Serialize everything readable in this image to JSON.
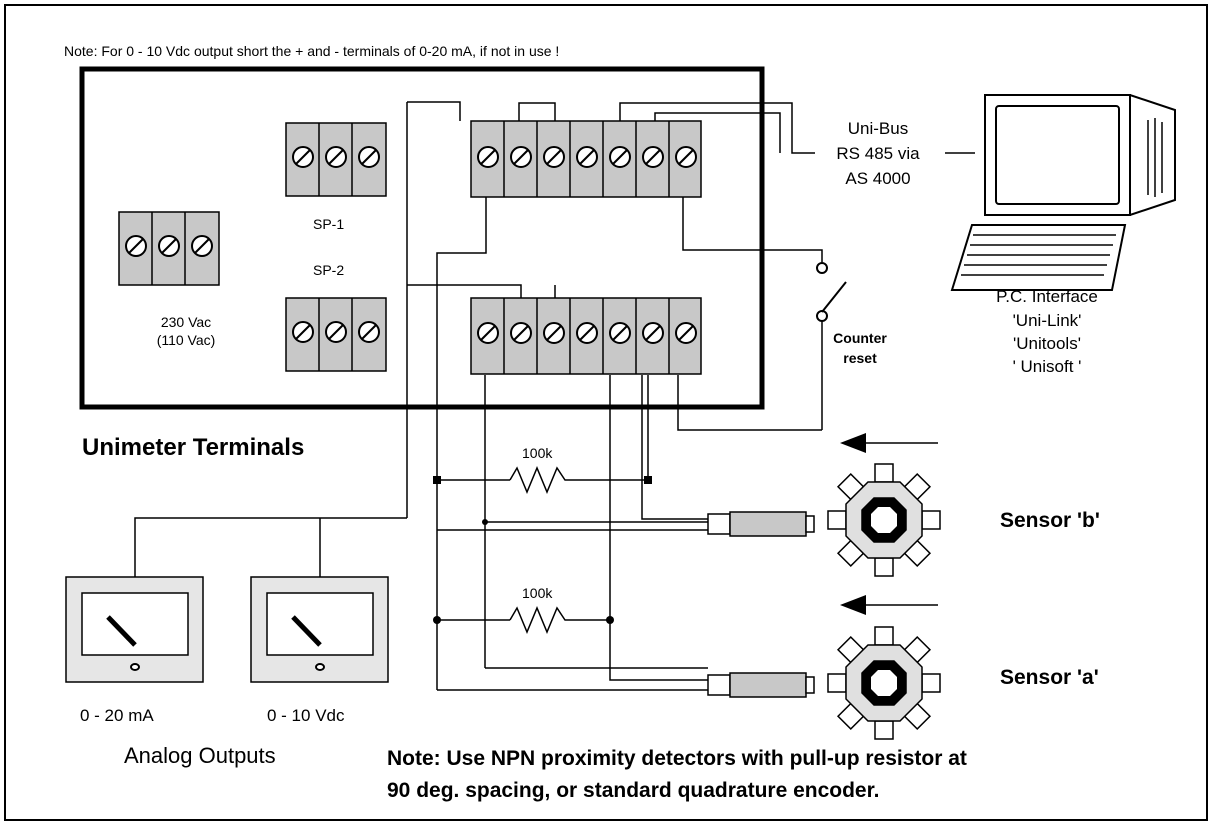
{
  "top_note": "Note:  For 0 - 10 Vdc output short the + and - terminals of 0-20 mA, if not in use !",
  "unimeter": {
    "title": "Unimeter Terminals",
    "power_label_1": "230 Vac",
    "power_label_2": "(110 Vac)",
    "sp1_label": "SP-1",
    "sp2_label": "SP-2"
  },
  "bus": {
    "line1": "Uni-Bus",
    "line2": "RS 485 via",
    "line3": "AS 4000"
  },
  "pc": {
    "line1": "P.C. Interface",
    "line2": "'Uni-Link'",
    "line3": "'Unitools'",
    "line4": "' Unisoft '"
  },
  "counter_reset": {
    "line1": "Counter",
    "line2": "reset"
  },
  "resistors": {
    "top_value": "100k",
    "bottom_value": "100k"
  },
  "sensors": {
    "b_label": "Sensor 'b'",
    "a_label": "Sensor 'a'"
  },
  "analog": {
    "meter1_label": "0 - 20 mA",
    "meter2_label": "0 - 10 Vdc",
    "title": "Analog  Outputs"
  },
  "bottom_note": {
    "line1": "Note: Use NPN proximity detectors with pull-up resistor at",
    "line2": "90 deg. spacing, or standard quadrature encoder."
  },
  "icons": [
    "screw-terminal-icon",
    "computer-icon",
    "gear-wheel-icon",
    "proximity-sensor-icon",
    "analog-meter-icon",
    "switch-icon",
    "resistor-icon",
    "arrow-left-icon"
  ]
}
